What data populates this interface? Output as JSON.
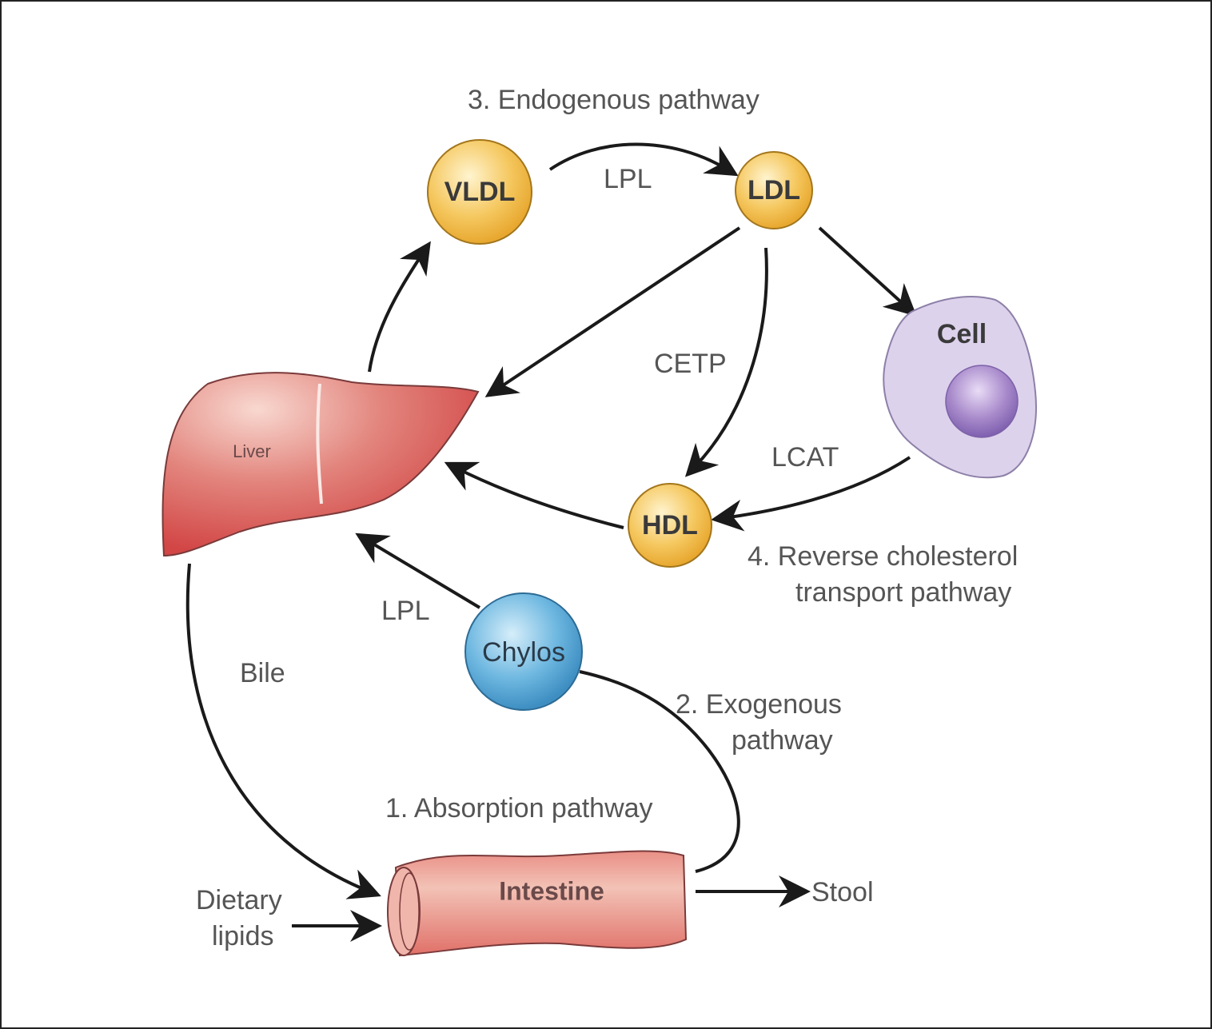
{
  "nodes": {
    "vldl": "VLDL",
    "ldl": "LDL",
    "hdl": "HDL",
    "chylos": "Chylos",
    "cell": "Cell",
    "liver": "Liver",
    "intestine": "Intestine"
  },
  "labels": {
    "endogenous": "3. Endogenous pathway",
    "lpl_top": "LPL",
    "cetp": "CETP",
    "lcat": "LCAT",
    "reverse_line1": "4. Reverse cholesterol",
    "reverse_line2": "transport pathway",
    "lpl_bottom": "LPL",
    "bile": "Bile",
    "exogenous_line1": "2. Exogenous",
    "exogenous_line2": "pathway",
    "absorption": "1. Absorption pathway",
    "dietary_line1": "Dietary",
    "dietary_line2": "lipids",
    "stool": "Stool"
  },
  "colors": {
    "lipoprotein": "#f3c55a",
    "chylos": "#5aa9d6",
    "liver": "#d9625e",
    "intestine": "#e08a82",
    "cell": "#d9cdea",
    "nucleus": "#9c7cc4"
  }
}
